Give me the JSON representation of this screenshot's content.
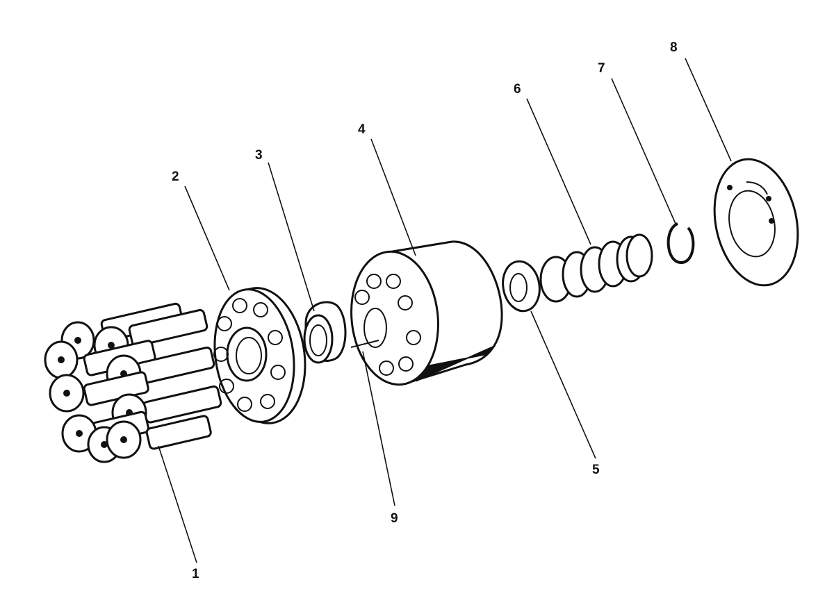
{
  "labels": [
    "1",
    "2",
    "3",
    "4",
    "5",
    "6",
    "7",
    "8",
    "9"
  ]
}
